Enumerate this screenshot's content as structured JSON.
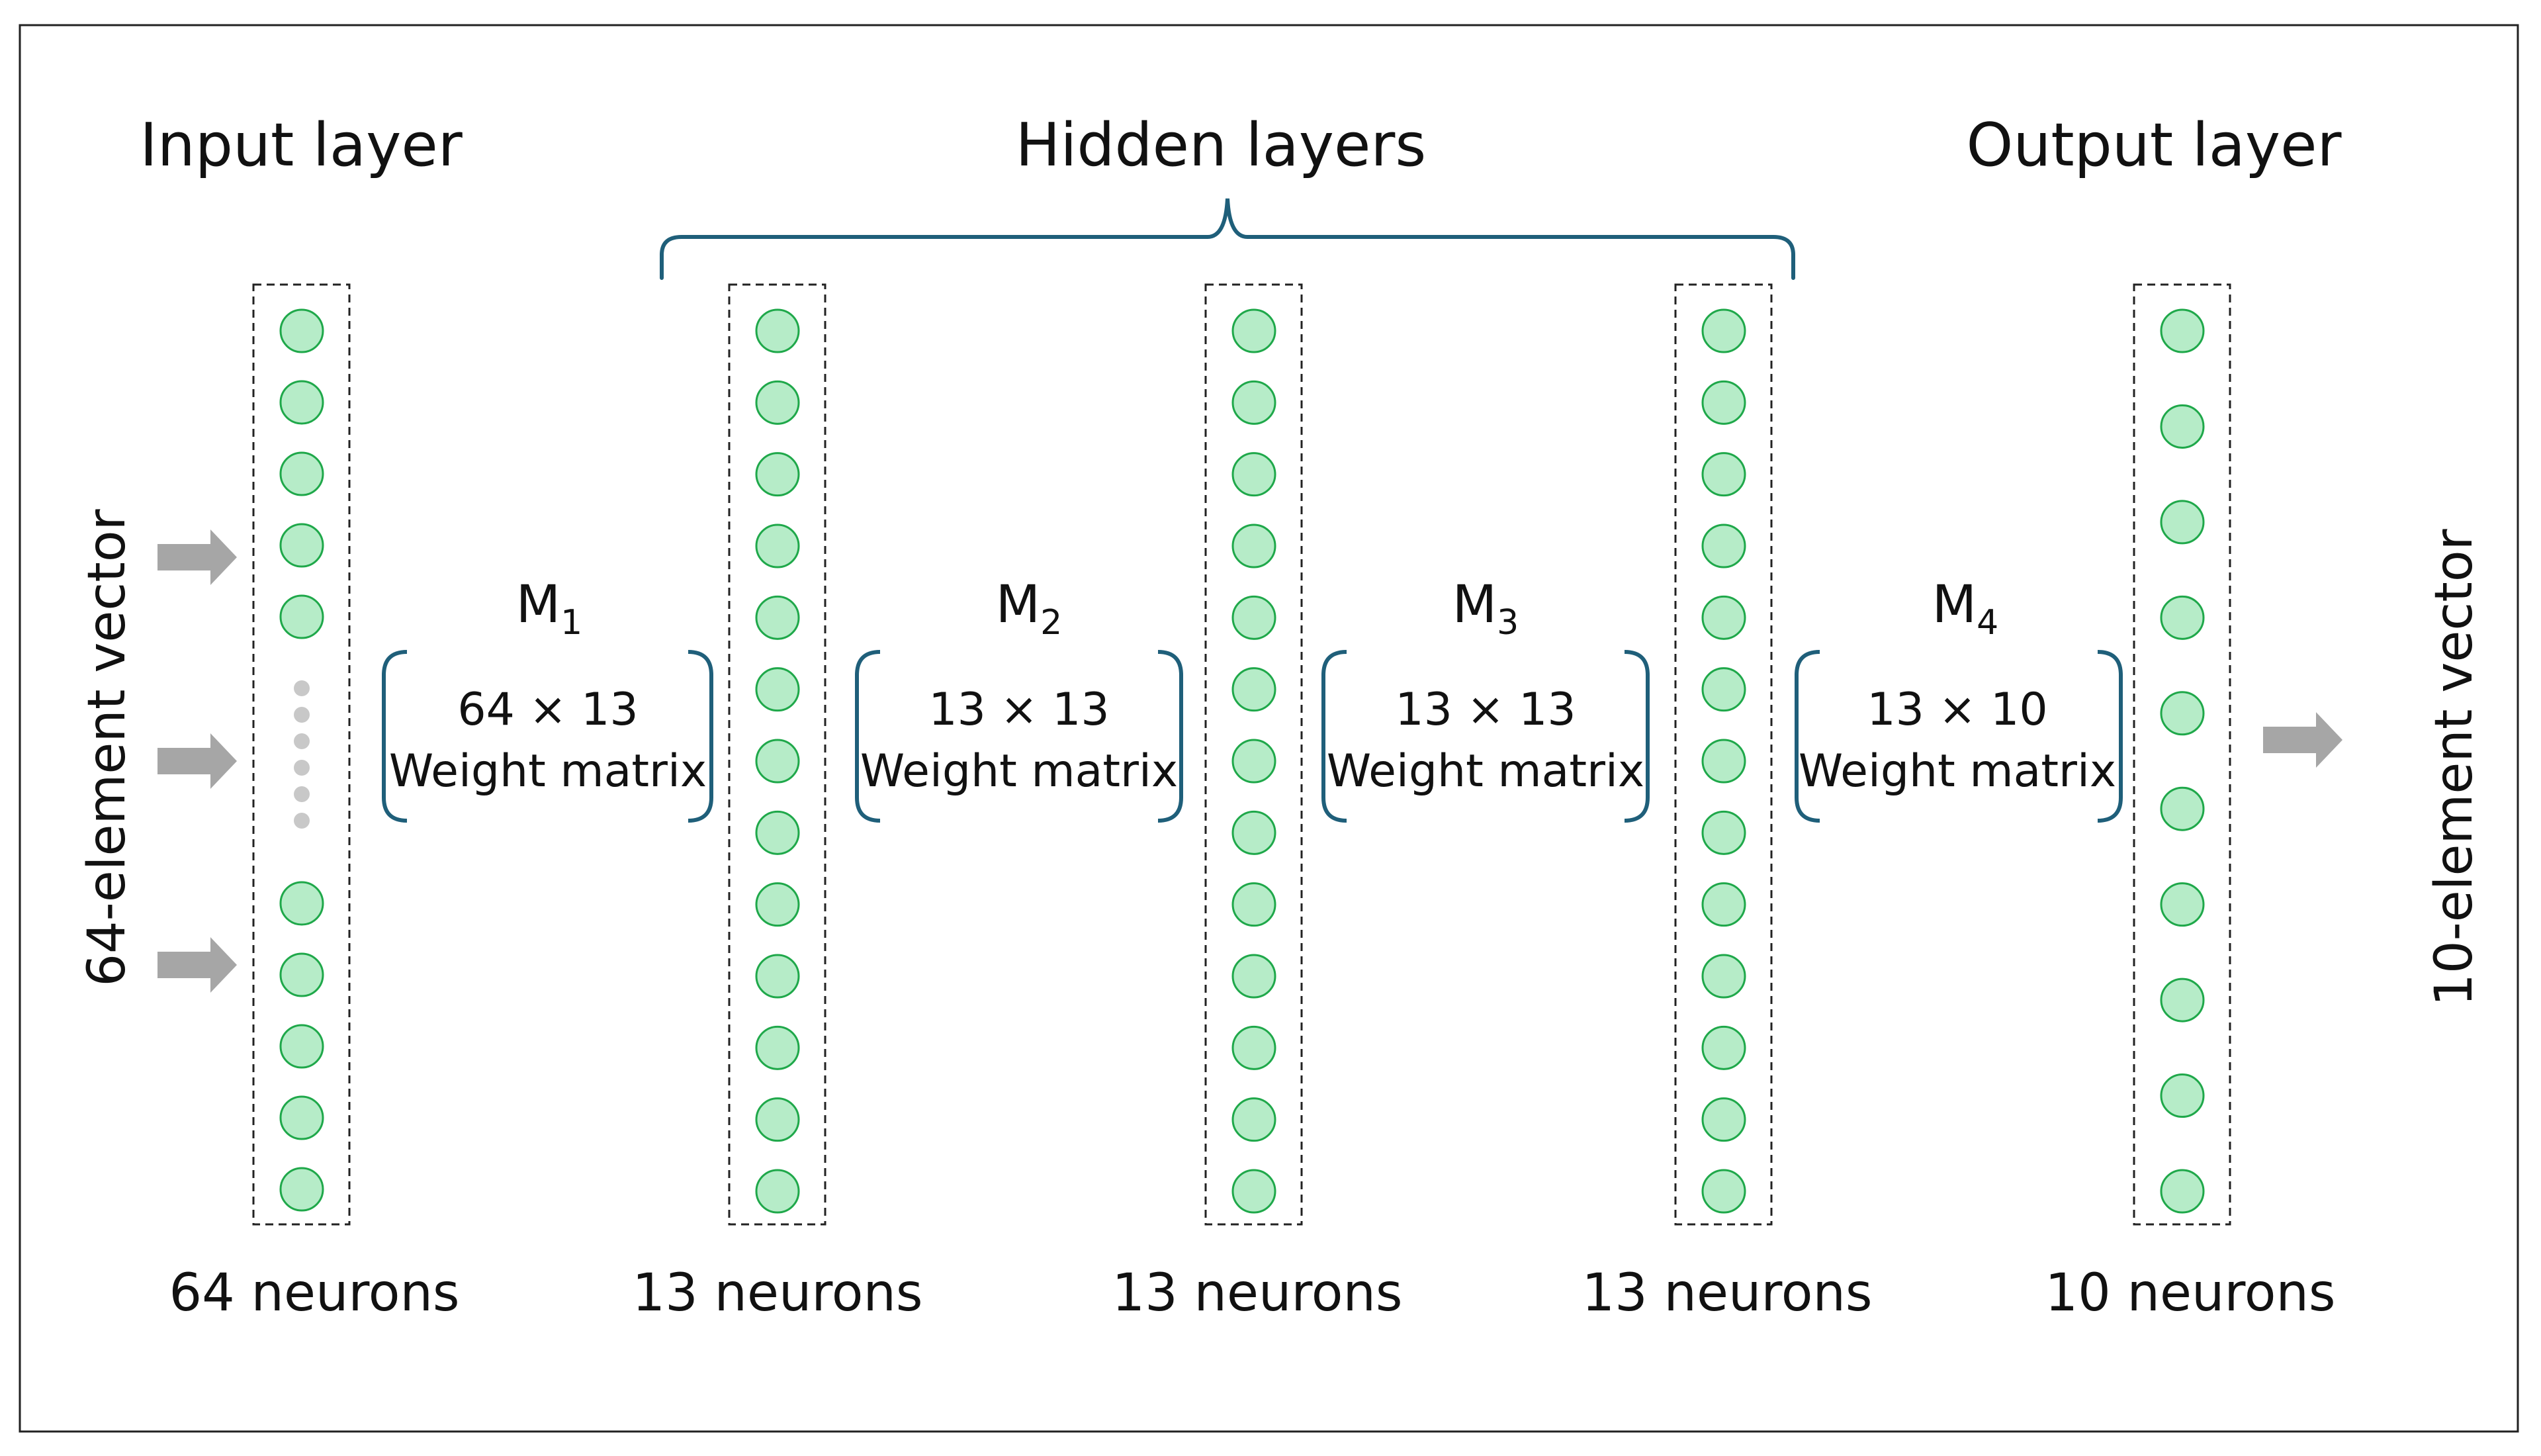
{
  "headers": {
    "input": "Input layer",
    "hidden": "Hidden layers",
    "output": "Output layer"
  },
  "side_labels": {
    "input_vector": "64-element vector",
    "output_vector": "10-element vector"
  },
  "layers": [
    {
      "count_label": "64 neurons",
      "dots_shown": 10,
      "truncated": true
    },
    {
      "count_label": "13 neurons",
      "dots_shown": 13,
      "truncated": false
    },
    {
      "count_label": "13 neurons",
      "dots_shown": 13,
      "truncated": false
    },
    {
      "count_label": "13 neurons",
      "dots_shown": 13,
      "truncated": false
    },
    {
      "count_label": "10 neurons",
      "dots_shown": 10,
      "truncated": false
    }
  ],
  "matrices": [
    {
      "name": "M",
      "sub": "1",
      "dims": "64 × 13",
      "caption": "Weight matrix"
    },
    {
      "name": "M",
      "sub": "2",
      "dims": "13 × 13",
      "caption": "Weight matrix"
    },
    {
      "name": "M",
      "sub": "3",
      "dims": "13 × 13",
      "caption": "Weight matrix"
    },
    {
      "name": "M",
      "sub": "4",
      "dims": "13 × 10",
      "caption": "Weight matrix"
    }
  ],
  "colors": {
    "neuron_fill": "#b6ecc8",
    "neuron_stroke": "#1fa84a",
    "bracket": "#1f5f7a",
    "arrow": "#a6a6a6",
    "ellipsis_dots": "#c8c8c8",
    "frame": "#222222"
  }
}
